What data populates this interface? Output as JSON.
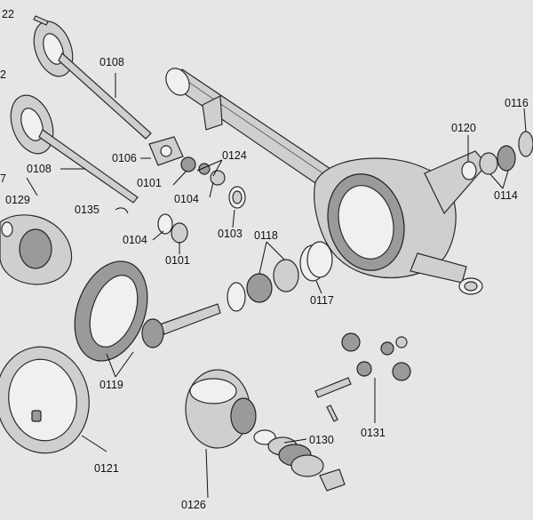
{
  "labels": {
    "l0122": "22",
    "l0108a": "0108",
    "l0112": "2",
    "l0108b": "0108",
    "l0127": "7",
    "l0129": "0129",
    "l0135": "0135",
    "l0106": "0106",
    "l0124": "0124",
    "l0101a": "0101",
    "l0104a": "0104",
    "l0104b": "0104",
    "l0101b": "0101",
    "l0103": "0103",
    "l0118": "0118",
    "l0117": "0117",
    "l0120": "0120",
    "l0116": "0116",
    "l0114": "0114",
    "l0119": "0119",
    "l0121": "0121",
    "l0126": "0126",
    "l0130": "0130",
    "l0131": "0131"
  },
  "colors": {
    "background": "#e6e6e6",
    "metal": "#cfcfcf",
    "metal_dark": "#9a9a9a",
    "ink": "#111111"
  }
}
